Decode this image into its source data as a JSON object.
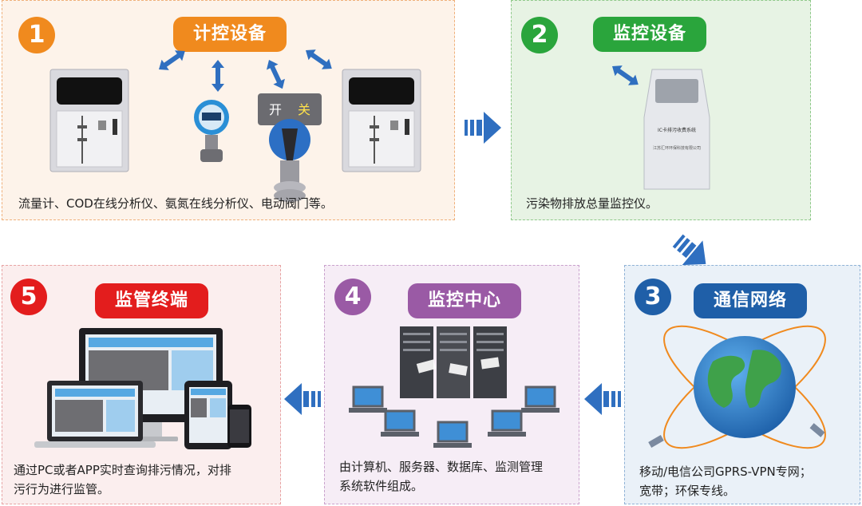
{
  "steps": [
    {
      "number": "1",
      "title": "计控设备",
      "description": "流量计、COD在线分析仪、氨氮在线分析仪、电动阀门等。",
      "valve_labels": {
        "open": "开",
        "close": "关"
      }
    },
    {
      "number": "2",
      "title": "监控设备",
      "description": "污染物排放总量监控仪。",
      "device_text": {
        "line1": "IC卡排污收费系统",
        "line2": "江苏汇环环保科技有限公司"
      }
    },
    {
      "number": "3",
      "title": "通信网络",
      "description_lines": [
        "移动/电信公司GPRS-VPN专网；",
        "宽带；环保专线。"
      ]
    },
    {
      "number": "4",
      "title": "监控中心",
      "description_lines": [
        "由计算机、服务器、数据库、监测管理",
        "系统软件组成。"
      ]
    },
    {
      "number": "5",
      "title": "监管终端",
      "description_lines": [
        "通过PC或者APP实时查询排污情况，对排",
        "污行为进行监管。"
      ]
    }
  ],
  "colors": {
    "step1": "#f08a1e",
    "step2": "#2aa53c",
    "step3": "#1f5fa8",
    "step4": "#9a5aa5",
    "step5": "#e31d1d",
    "arrow": "#2f6fc0"
  }
}
